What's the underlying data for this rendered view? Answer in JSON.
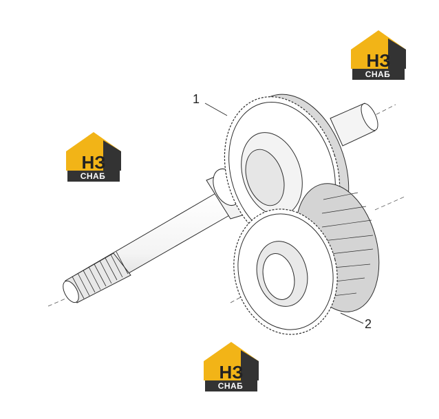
{
  "callouts": {
    "part_1": "1",
    "part_2": "2"
  },
  "watermark": {
    "label": "СНАБ",
    "colors": {
      "yellow": "#f2b417",
      "dark": "#333333"
    }
  },
  "colors": {
    "line": "#2b2b2b",
    "shade": "#d9d9d9",
    "face": "#ffffff"
  }
}
